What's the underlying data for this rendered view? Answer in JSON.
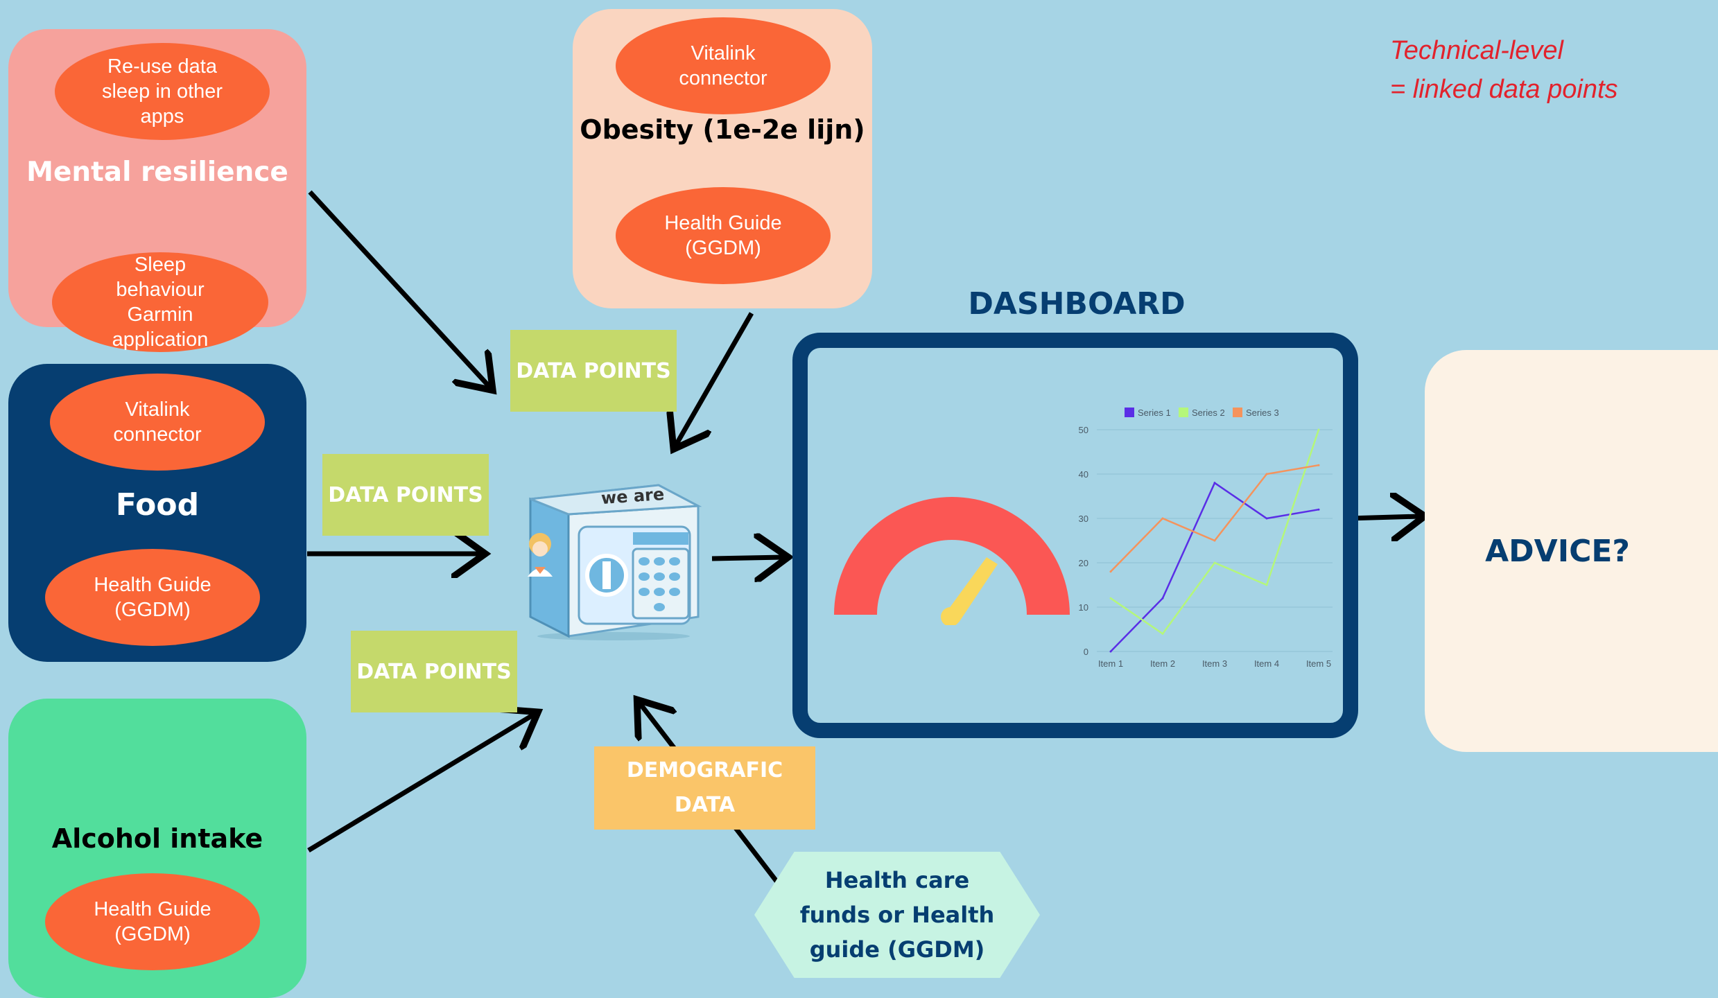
{
  "note": {
    "line1": "Technical-level",
    "line2": "= linked data points",
    "color": "#e2222c"
  },
  "sources": {
    "mental": {
      "title": "Mental resilience",
      "pill1": "Re-use data\nsleep in other\napps",
      "pill2": "Sleep\nbehaviour\nGarmin\napplication",
      "color": "#f6a29c"
    },
    "obesity": {
      "title": "Obesity (1e-2e lijn)",
      "pill1": "Vitalink\nconnector",
      "pill2": "Health Guide\n(GGDM)",
      "color": "#fad5c0"
    },
    "food": {
      "title": "Food",
      "pill1": "Vitalink\nconnector",
      "pill2": "Health Guide\n(GGDM)",
      "color": "#063e71"
    },
    "alcohol": {
      "title": "Alcohol intake",
      "pill1": "Health Guide\n(GGDM)",
      "color": "#52de9c"
    }
  },
  "tags": {
    "data_points_top": "DATA POINTS",
    "data_points_left": "DATA POINTS",
    "data_points_bottom": "DATA POINTS",
    "demografic": "DEMOGRAFIC\nDATA"
  },
  "health_care": "Health care\nfunds or Health\nguide (GGDM)",
  "vault": {
    "logo": "we are"
  },
  "dashboard": {
    "title": "DASHBOARD"
  },
  "advice": "ADVICE?",
  "chart_data": {
    "type": "line",
    "categories": [
      "Item 1",
      "Item 2",
      "Item 3",
      "Item 4",
      "Item 5"
    ],
    "yticks": [
      "0",
      "10",
      "20",
      "30",
      "40",
      "50"
    ],
    "ylim": [
      0,
      50
    ],
    "series": [
      {
        "name": "Series 1",
        "values": [
          0,
          12,
          38,
          30,
          32
        ],
        "color": "#5a2ee6"
      },
      {
        "name": "Series 2",
        "values": [
          12,
          4,
          20,
          15,
          50
        ],
        "color": "#b5f77a"
      },
      {
        "name": "Series 3",
        "values": [
          18,
          30,
          25,
          40,
          42
        ],
        "color": "#f5935c"
      }
    ]
  }
}
